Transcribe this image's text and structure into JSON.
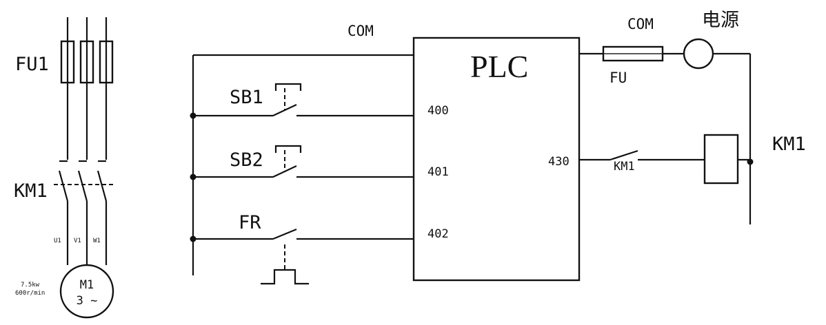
{
  "motor_circuit": {
    "fuse_label": "FU1",
    "contactor_label": "KM1",
    "phase_labels": [
      "U1",
      "V1",
      "W1"
    ],
    "motor_name": "M1",
    "motor_phase": "3 ~",
    "motor_power": "7.5kw",
    "motor_speed": "600r/min"
  },
  "plc": {
    "title": "PLC",
    "input_terminals": [
      "400",
      "401",
      "402"
    ],
    "output_terminal": "430"
  },
  "inputs": {
    "com_label": "COM",
    "sb1_label": "SB1",
    "sb2_label": "SB2",
    "fr_label": "FR"
  },
  "output": {
    "com_label": "COM",
    "power_label": "电源",
    "fuse_label": "FU",
    "contact_label": "KM1",
    "coil_label": "KM1"
  }
}
